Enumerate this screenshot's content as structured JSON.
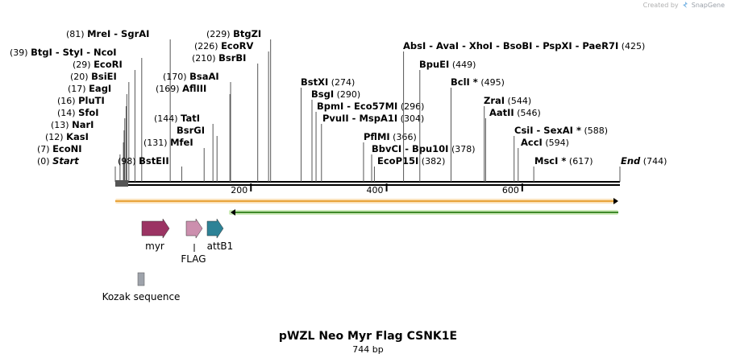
{
  "credit": {
    "prefix": "Created by",
    "brand": "SnapGene"
  },
  "title": "pWZL Neo Myr Flag CSNK1E",
  "length_label": "744 bp",
  "sequence_length": 744,
  "axis_ticks": [
    "200",
    "400",
    "600"
  ],
  "sites": [
    {
      "pos": "(0)",
      "names": [
        "Start"
      ],
      "italic": true
    },
    {
      "pos": "(7)",
      "names": [
        "EcoNI"
      ]
    },
    {
      "pos": "(12)",
      "names": [
        "KasI"
      ]
    },
    {
      "pos": "(13)",
      "names": [
        "NarI"
      ]
    },
    {
      "pos": "(14)",
      "names": [
        "SfoI"
      ]
    },
    {
      "pos": "(16)",
      "names": [
        "PluTI"
      ]
    },
    {
      "pos": "(17)",
      "names": [
        "EagI"
      ]
    },
    {
      "pos": "(20)",
      "names": [
        "BsiEI"
      ]
    },
    {
      "pos": "(29)",
      "names": [
        "EcoRI"
      ]
    },
    {
      "pos": "(39)",
      "names": [
        "BtgI",
        "StyI",
        "NcoI"
      ]
    },
    {
      "pos": "(81)",
      "names": [
        "MreI",
        "SgrAI"
      ]
    },
    {
      "pos": "(98)",
      "names": [
        "BstEII"
      ]
    },
    {
      "pos": "(131)",
      "names": [
        "MfeI"
      ]
    },
    {
      "pos": "(144)",
      "names": [
        "TatI"
      ]
    },
    {
      "pos": "",
      "names": [
        "BsrGI"
      ]
    },
    {
      "pos": "(169)",
      "names": [
        "AflIII"
      ]
    },
    {
      "pos": "(170)",
      "names": [
        "BsaAI"
      ]
    },
    {
      "pos": "(210)",
      "names": [
        "BsrBI"
      ]
    },
    {
      "pos": "(226)",
      "names": [
        "EcoRV"
      ]
    },
    {
      "pos": "(229)",
      "names": [
        "BtgZI"
      ]
    },
    {
      "pos": "(274)",
      "names": [
        "BstXI"
      ]
    },
    {
      "pos": "(290)",
      "names": [
        "BsgI"
      ]
    },
    {
      "pos": "(296)",
      "names": [
        "BpmI",
        "Eco57MI"
      ]
    },
    {
      "pos": "(304)",
      "names": [
        "PvuII",
        "MspA1I"
      ]
    },
    {
      "pos": "(366)",
      "names": [
        "PflMI"
      ]
    },
    {
      "pos": "(378)",
      "names": [
        "BbvCI",
        "Bpu10I"
      ]
    },
    {
      "pos": "(382)",
      "names": [
        "EcoP15I"
      ]
    },
    {
      "pos": "(425)",
      "names": [
        "AbsI",
        "AvaI",
        "XhoI",
        "BsoBI",
        "PspXI",
        "PaeR7I"
      ]
    },
    {
      "pos": "(449)",
      "names": [
        "BpuEI"
      ]
    },
    {
      "pos": "(495)",
      "names": [
        "BclI *"
      ]
    },
    {
      "pos": "(544)",
      "names": [
        "ZraI"
      ]
    },
    {
      "pos": "(546)",
      "names": [
        "AatII"
      ]
    },
    {
      "pos": "(588)",
      "names": [
        "CsiI",
        "SexAI *"
      ]
    },
    {
      "pos": "(594)",
      "names": [
        "AccI"
      ]
    },
    {
      "pos": "(617)",
      "names": [
        "MscI *"
      ]
    },
    {
      "pos": "(744)",
      "names": [
        "End"
      ],
      "italic": true
    }
  ],
  "features": [
    {
      "name": "myr",
      "color": "#9b3463"
    },
    {
      "name": "FLAG",
      "color": "#cc8fae"
    },
    {
      "name": "attB1",
      "color": "#2d8296"
    },
    {
      "name": "Kozak sequence",
      "color": "#9ea3ab"
    }
  ],
  "orf_colors": {
    "forward": "#e8a33a",
    "reverse": "#3f8a2a"
  }
}
